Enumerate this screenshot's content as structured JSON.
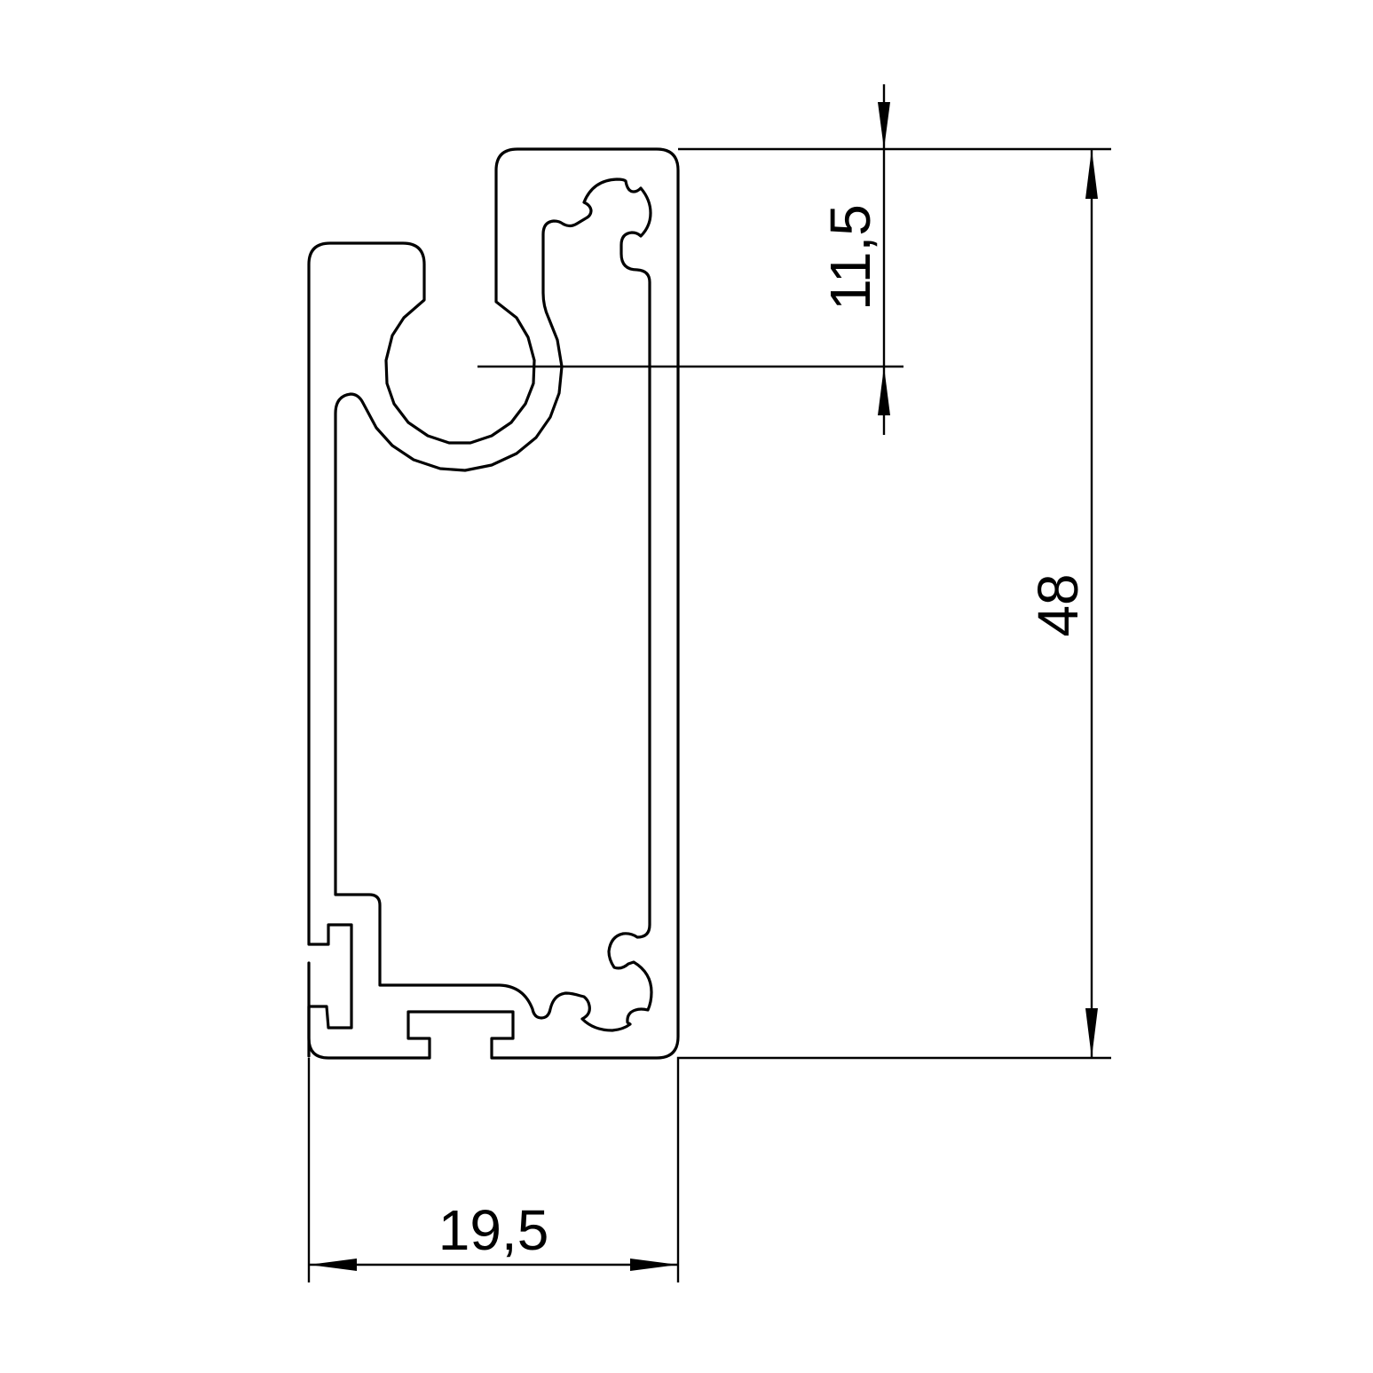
{
  "dimensions": {
    "width_label": "19,5",
    "height_label": "48",
    "axis_offset_label": "11,5"
  }
}
